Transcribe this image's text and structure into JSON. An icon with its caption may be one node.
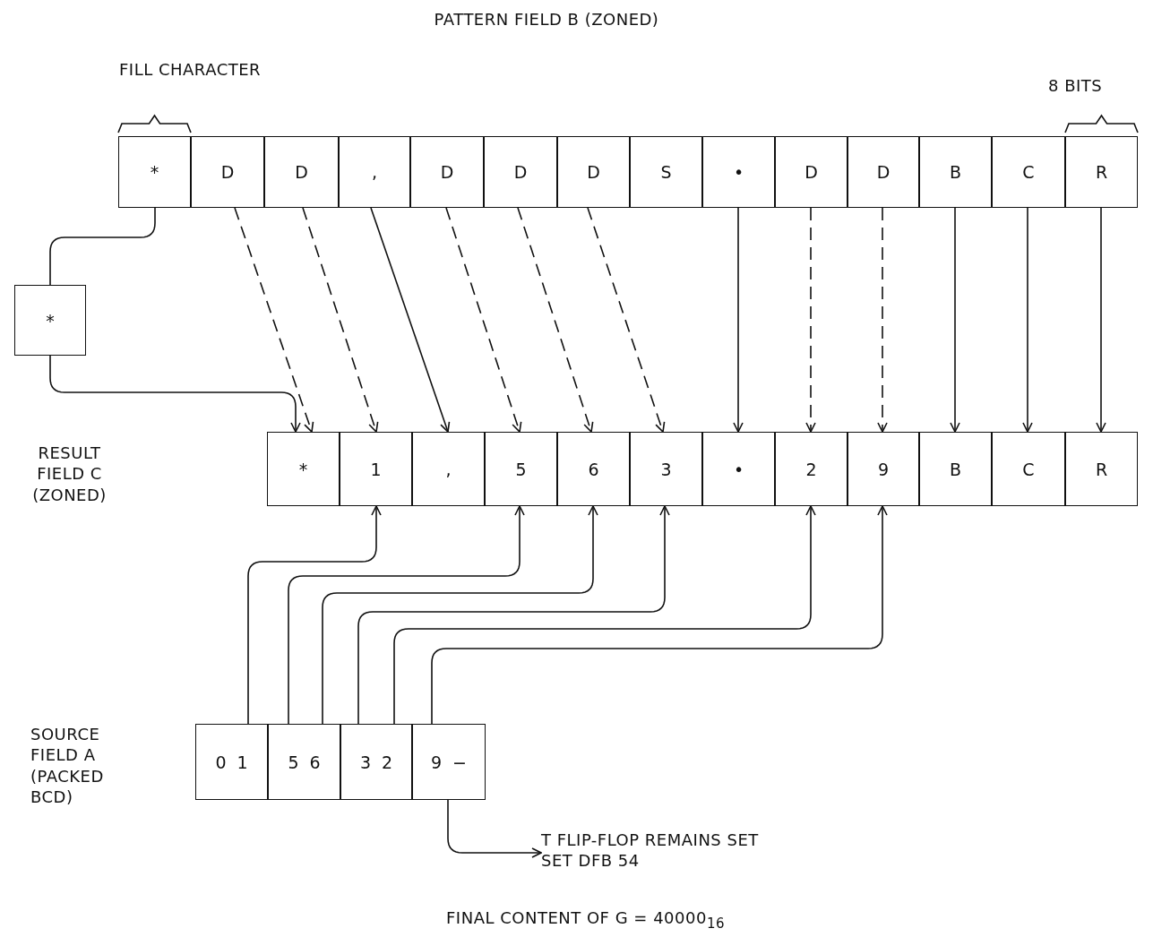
{
  "diagram": {
    "title": "PATTERN FIELD B (ZONED)",
    "nodes": [
      {
        "text": [
          "*"
        ]
      },
      {
        "text": [
          "D"
        ]
      },
      {
        "text": [
          "D"
        ]
      },
      {
        "text": [
          ","
        ]
      },
      {
        "text": [
          "D"
        ]
      },
      {
        "text": [
          "D"
        ]
      },
      {
        "text": [
          "D"
        ]
      },
      {
        "text": [
          "S"
        ]
      },
      {
        "text": [
          "•"
        ]
      },
      {
        "text": [
          "D"
        ]
      },
      {
        "text": [
          "D"
        ]
      },
      {
        "text": [
          "B"
        ]
      },
      {
        "text": [
          "C"
        ]
      },
      {
        "text": [
          "R"
        ]
      },
      {
        "text": [
          "*"
        ]
      },
      {
        "text": [
          "*"
        ]
      },
      {
        "text": [
          "1"
        ]
      },
      {
        "text": [
          ","
        ]
      },
      {
        "text": [
          "5"
        ]
      },
      {
        "text": [
          "6"
        ]
      },
      {
        "text": [
          "3"
        ]
      },
      {
        "text": [
          "•"
        ]
      },
      {
        "text": [
          "2"
        ]
      },
      {
        "text": [
          "9"
        ]
      },
      {
        "text": [
          "B"
        ]
      },
      {
        "text": [
          "C"
        ]
      },
      {
        "text": [
          "R"
        ]
      },
      {
        "text": [
          "0 1"
        ]
      },
      {
        "text": [
          "5 6"
        ]
      },
      {
        "text": [
          "3 2"
        ]
      },
      {
        "text": [
          "9 −"
        ]
      },
      {
        "text": [
          "T FLIP-FLOP REMAINS SET",
          "SET DFB 54"
        ]
      }
    ],
    "edges": [
      {
        "from": 0,
        "to": 14,
        "arrow": "none"
      },
      {
        "from": 14,
        "to": 15,
        "arrow": "to"
      },
      {
        "from": 1,
        "to": 15,
        "arrow": "to",
        "style": "dashed"
      },
      {
        "from": 2,
        "to": 16,
        "arrow": "to",
        "style": "dashed"
      },
      {
        "from": 3,
        "to": 17,
        "arrow": "to"
      },
      {
        "from": 4,
        "to": 18,
        "arrow": "to",
        "style": "dashed"
      },
      {
        "from": 5,
        "to": 19,
        "arrow": "to",
        "style": "dashed"
      },
      {
        "from": 6,
        "to": 20,
        "arrow": "to",
        "style": "dashed"
      },
      {
        "from": 8,
        "to": 21,
        "arrow": "to"
      },
      {
        "from": 9,
        "to": 22,
        "arrow": "to",
        "style": "dashed"
      },
      {
        "from": 10,
        "to": 23,
        "arrow": "to",
        "style": "dashed"
      },
      {
        "from": 11,
        "to": 24,
        "arrow": "to"
      },
      {
        "from": 12,
        "to": 25,
        "arrow": "to"
      },
      {
        "from": 13,
        "to": 26,
        "arrow": "to"
      },
      {
        "from": 27,
        "to": 16,
        "arrow": "to"
      },
      {
        "from": 28,
        "to": 18,
        "arrow": "to"
      },
      {
        "from": 28,
        "to": 19,
        "arrow": "to"
      },
      {
        "from": 29,
        "to": 20,
        "arrow": "to"
      },
      {
        "from": 29,
        "to": 22,
        "arrow": "to"
      },
      {
        "from": 30,
        "to": 23,
        "arrow": "to"
      },
      {
        "from": 30,
        "to": 31,
        "arrow": "to"
      }
    ],
    "labels": [
      "FILL CHARACTER",
      "8 BITS",
      "RESULT FIELD C (ZONED)",
      "SOURCE FIELD A (PACKED BCD)",
      "FINAL CONTENT OF G = 40000$_{16}$"
    ]
  }
}
